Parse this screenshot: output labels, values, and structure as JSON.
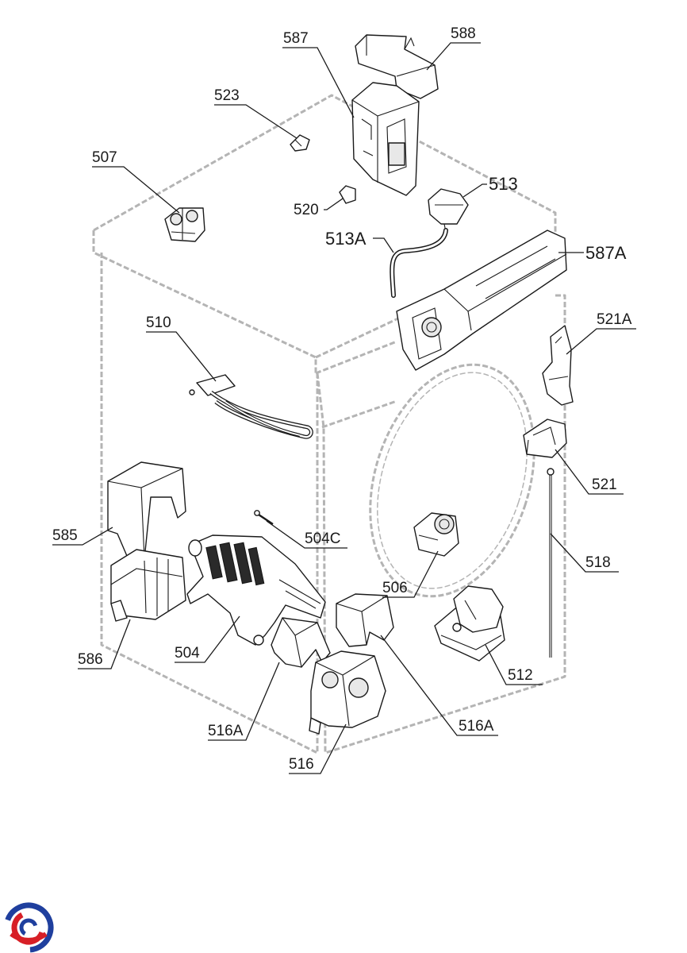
{
  "diagram": {
    "description_free": true,
    "callouts": [
      {
        "id": "588",
        "text": "588"
      },
      {
        "id": "587",
        "text": "587"
      },
      {
        "id": "523",
        "text": "523"
      },
      {
        "id": "507",
        "text": "507"
      },
      {
        "id": "513",
        "text": "513"
      },
      {
        "id": "520",
        "text": "520"
      },
      {
        "id": "513A",
        "text": "513A"
      },
      {
        "id": "587A",
        "text": "587A"
      },
      {
        "id": "510",
        "text": "510"
      },
      {
        "id": "521A",
        "text": "521A"
      },
      {
        "id": "521",
        "text": "521"
      },
      {
        "id": "585",
        "text": "585"
      },
      {
        "id": "504C",
        "text": "504C"
      },
      {
        "id": "518",
        "text": "518"
      },
      {
        "id": "506",
        "text": "506"
      },
      {
        "id": "586",
        "text": "586"
      },
      {
        "id": "504",
        "text": "504"
      },
      {
        "id": "512",
        "text": "512"
      },
      {
        "id": "516A_left",
        "text": "516A"
      },
      {
        "id": "516A_right",
        "text": "516A"
      },
      {
        "id": "516",
        "text": "516"
      }
    ]
  },
  "colors": {
    "ink": "#1a1a1a",
    "cabinet": "#b4b4b4",
    "logo_blue": "#1f3f9e",
    "logo_red": "#d71f26"
  },
  "logo": {
    "icon": "brand-logo-icon"
  }
}
